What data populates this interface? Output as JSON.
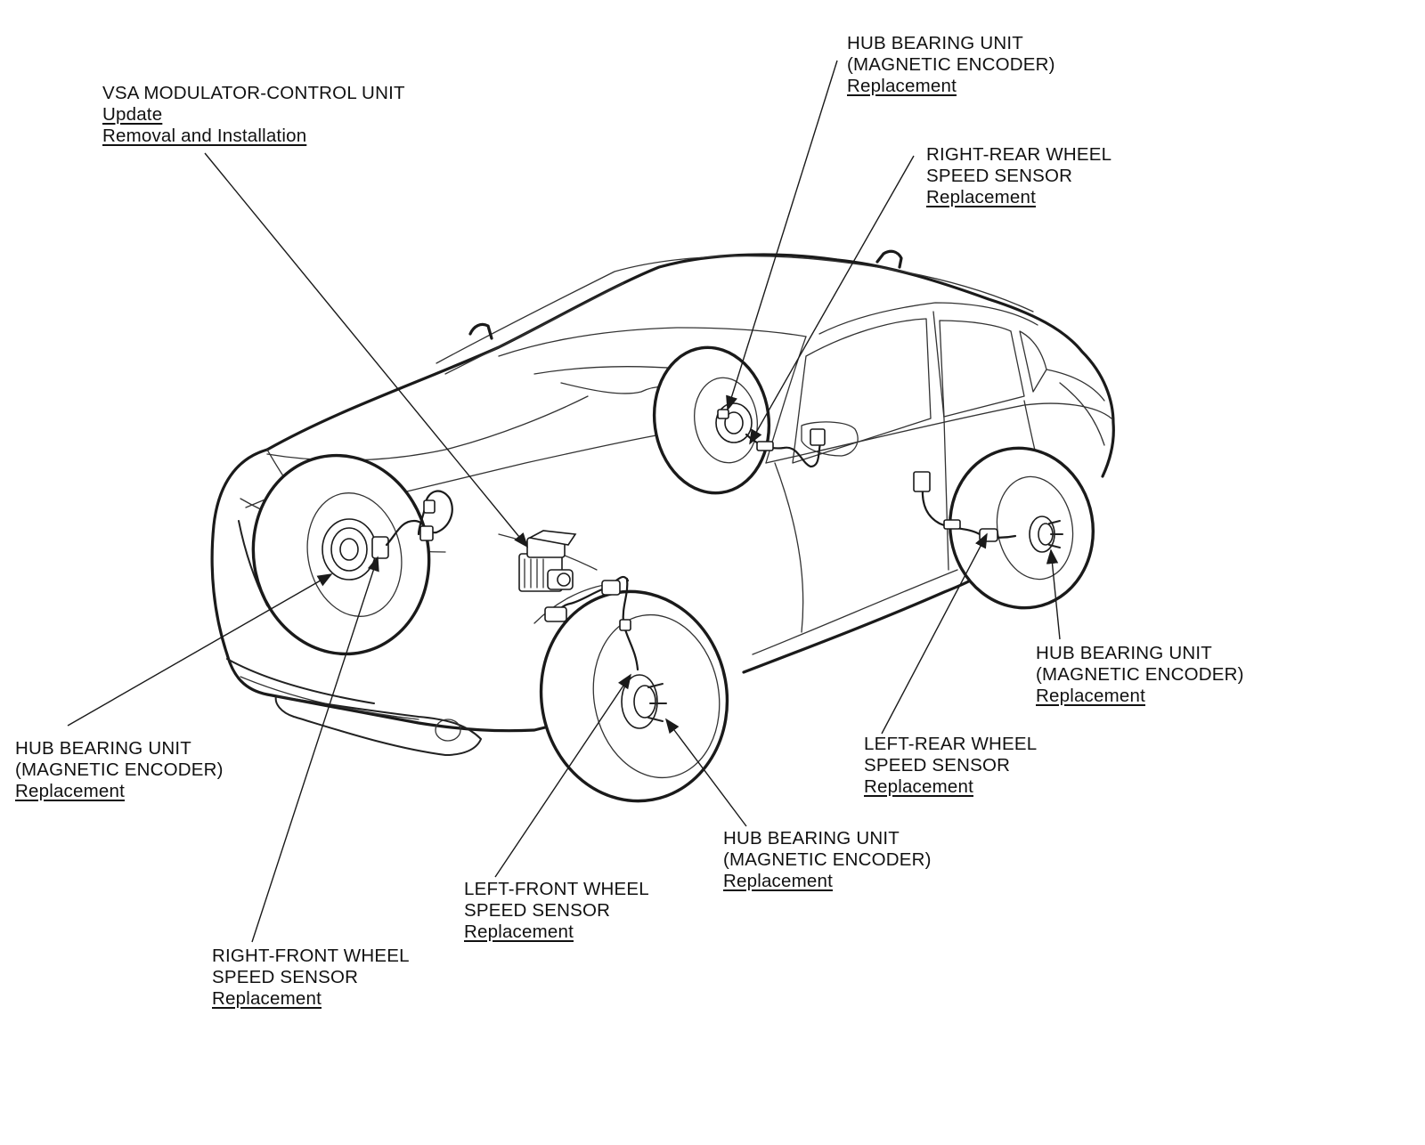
{
  "callouts": {
    "vsa_modulator": {
      "title_lines": [
        "VSA MODULATOR-CONTROL UNIT"
      ],
      "links": [
        "Update",
        "Removal and Installation"
      ]
    },
    "hub_bearing_top": {
      "title_lines": [
        "HUB BEARING UNIT",
        "(MAGNETIC ENCODER)"
      ],
      "links": [
        "Replacement"
      ]
    },
    "right_rear_sensor": {
      "title_lines": [
        "RIGHT-REAR WHEEL",
        "SPEED SENSOR"
      ],
      "links": [
        "Replacement"
      ]
    },
    "hub_bearing_left": {
      "title_lines": [
        "HUB BEARING UNIT",
        "(MAGNETIC ENCODER)"
      ],
      "links": [
        "Replacement"
      ]
    },
    "right_front_sensor": {
      "title_lines": [
        "RIGHT-FRONT WHEEL",
        "SPEED SENSOR"
      ],
      "links": [
        "Replacement"
      ]
    },
    "left_front_sensor": {
      "title_lines": [
        "LEFT-FRONT WHEEL",
        "SPEED SENSOR"
      ],
      "links": [
        "Replacement"
      ]
    },
    "hub_bearing_bottom": {
      "title_lines": [
        "HUB BEARING UNIT",
        "(MAGNETIC ENCODER)"
      ],
      "links": [
        "Replacement"
      ]
    },
    "left_rear_sensor": {
      "title_lines": [
        "LEFT-REAR WHEEL",
        "SPEED SENSOR"
      ],
      "links": [
        "Replacement"
      ]
    },
    "hub_bearing_right": {
      "title_lines": [
        "HUB BEARING UNIT",
        "(MAGNETIC ENCODER)"
      ],
      "links": [
        "Replacement"
      ]
    }
  }
}
